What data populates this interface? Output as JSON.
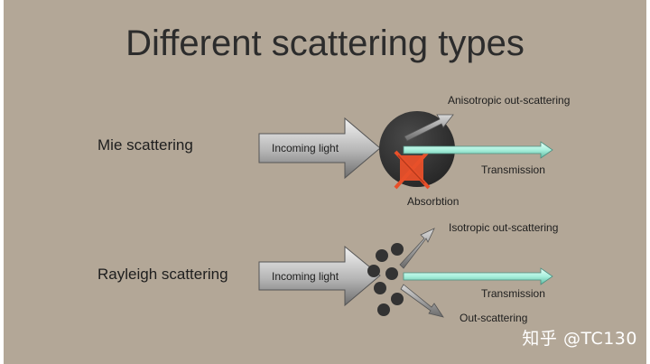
{
  "title": "Different scattering types",
  "mie": {
    "label": "Mie scattering",
    "incoming": "Incoming light",
    "anisotropic": "Anisotropic out-scattering",
    "transmission": "Transmission",
    "absorption": "Absorbtion"
  },
  "rayleigh": {
    "label": "Rayleigh scattering",
    "incoming": "Incoming light",
    "isotropic": "Isotropic out-scattering",
    "transmission": "Transmission",
    "out_scattering": "Out-scattering"
  },
  "watermark": "知乎 @TC130",
  "colors": {
    "background": "#b3a797",
    "transmission": "#a8f0dc",
    "absorption": "#e8502a",
    "particle": "#333333"
  }
}
